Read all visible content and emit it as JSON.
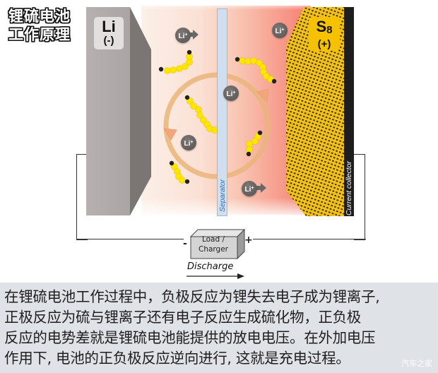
{
  "diagram": {
    "title_lines": [
      "锂硫电池",
      "工作原理"
    ],
    "anode": {
      "symbol": "Li",
      "polarity": "(-)",
      "color": "#b0abaa"
    },
    "cathode": {
      "symbol": "S",
      "subscript": "8",
      "polarity": "(+)",
      "color": "#f6c200"
    },
    "separator_label": "Separator",
    "current_collector_label": "Current collector",
    "ion_label": "Li",
    "ion_charge": "+",
    "load": {
      "label_line1": "Load /",
      "label_line2": "Charger",
      "negative_terminal": "-",
      "positive_terminal": "+"
    },
    "discharge_label": "Discharge",
    "colors": {
      "electrolyte_left": "#fbf0e8",
      "electrolyte_right": "#f47c70",
      "separator": "#cfdff0",
      "separator_text": "#2a6fb6",
      "polysulfide_bead": "#ffe600",
      "polysulfide_end": "#222222",
      "cycle_ring": "#e9b57a",
      "ion": "#5f5b5a"
    }
  },
  "caption": {
    "lines": [
      "在锂硫电池工作过程中，负极反应为锂失去电子成为锂离子,",
      "正极反应为硫与锂离子还有电子反应生成硫化物，正负极",
      "反应的电势差就是锂硫电池能提供的放电电压。在外加电压",
      "作用下, 电池的正负极反应逆向进行, 这就是充电过程。"
    ],
    "watermark": "汽车之家"
  }
}
